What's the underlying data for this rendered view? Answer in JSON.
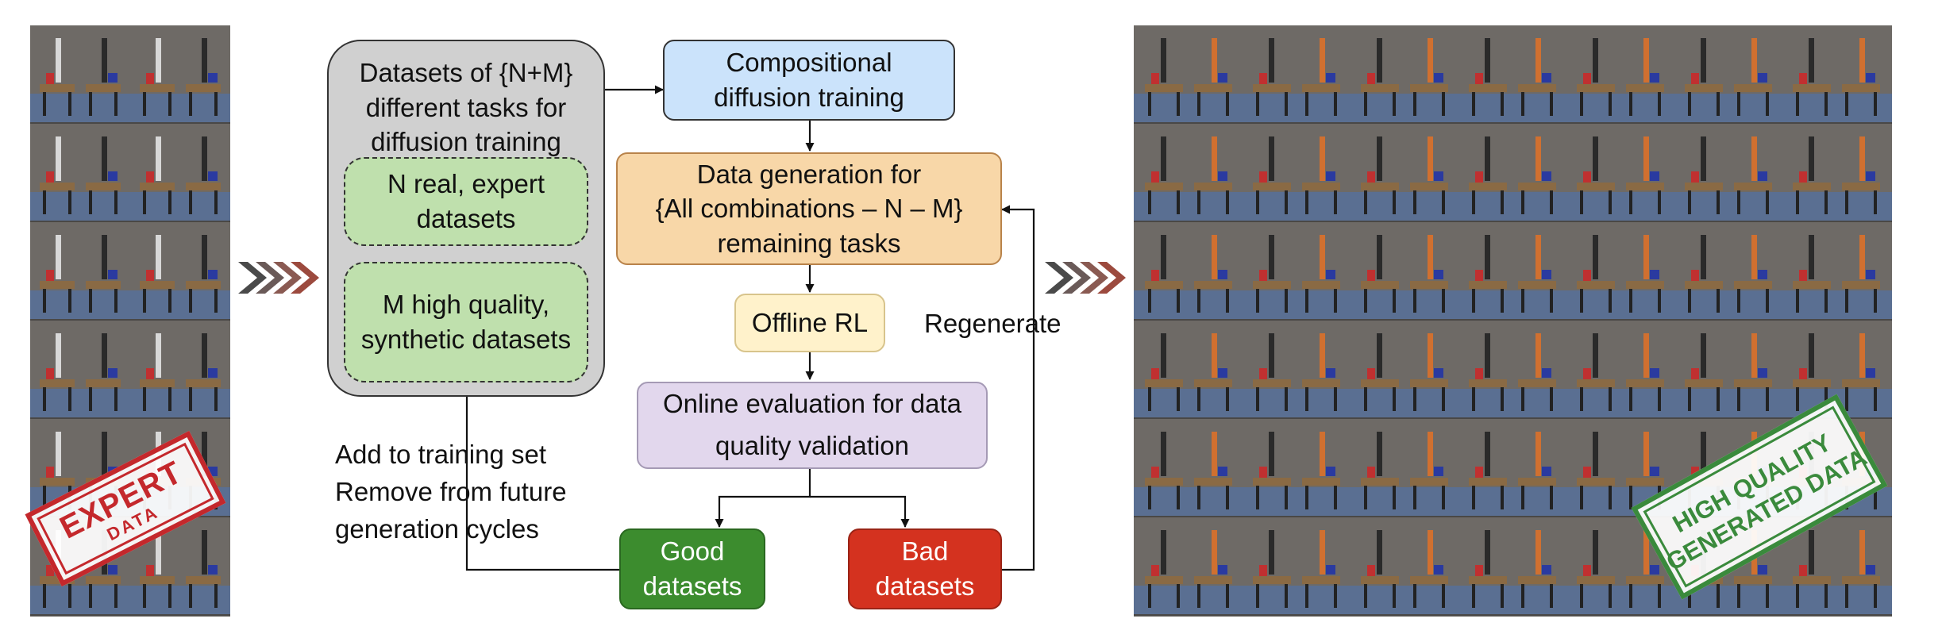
{
  "left_stamp": {
    "line1": "EXPERT",
    "line2": "DATA"
  },
  "right_stamp": {
    "line1": "HIGH QUALITY",
    "line2": "GENERATED DATA"
  },
  "datasets_box": {
    "label": "Datasets of {N+M}\ndifferent tasks for\ndiffusion training"
  },
  "real_box": {
    "label": "N real, expert\ndatasets"
  },
  "synthetic_box": {
    "label": "M high quality,\nsynthetic datasets"
  },
  "compositional_box": {
    "label": "Compositional\ndiffusion training"
  },
  "generation_box": {
    "label": "Data generation for\n{All combinations – N – M}\nremaining tasks"
  },
  "offline_rl_box": {
    "label": "Offline RL"
  },
  "online_eval_box": {
    "label": "Online evaluation for data\nquality validation"
  },
  "good_box": {
    "label": "Good\ndatasets"
  },
  "bad_box": {
    "label": "Bad\ndatasets"
  },
  "regenerate_label": "Regenerate",
  "add_label": "Add to training set\nRemove from future\ngeneration cycles",
  "colors": {
    "datasets_fill": "#d0d0d0",
    "green_fill": "#bfe0ad",
    "blue_fill": "#cbe3fb",
    "orange_fill": "#f8d7a8",
    "yellow_fill": "#fff2cb",
    "purple_fill": "#e2d7ed",
    "good_fill": "#3c8c2e",
    "bad_fill": "#d4321f",
    "expert_stamp": "#c4282c",
    "hq_stamp": "#3a8a3c"
  }
}
